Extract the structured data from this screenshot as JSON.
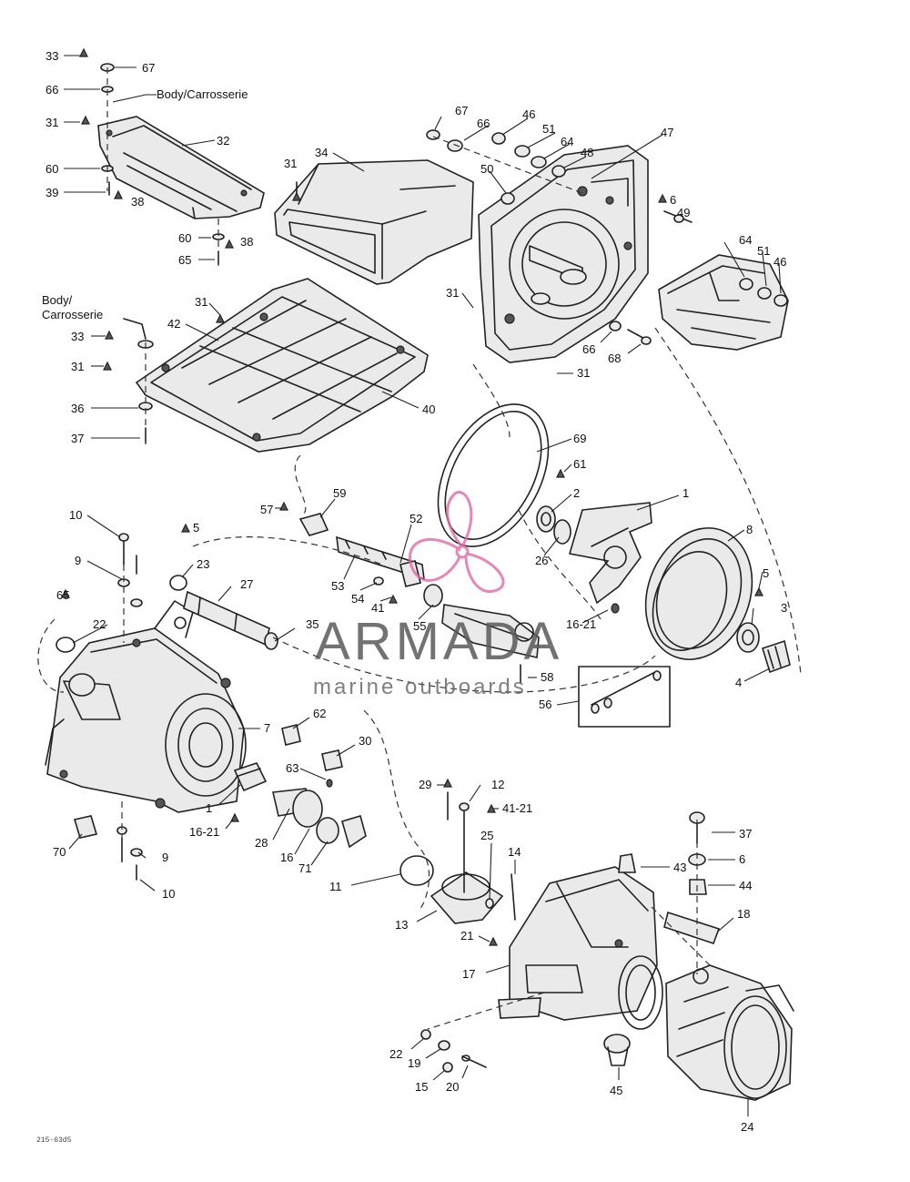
{
  "labels": {
    "body_top": "Body/Carrosserie",
    "body_mid_1": "Body/",
    "body_mid_2": "Carrosserie"
  },
  "parts": [
    {
      "id": "p33a",
      "text": "33"
    },
    {
      "id": "p67a",
      "text": "67"
    },
    {
      "id": "p66a",
      "text": "66"
    },
    {
      "id": "p31a",
      "text": "31"
    },
    {
      "id": "p32",
      "text": "32"
    },
    {
      "id": "p60a",
      "text": "60"
    },
    {
      "id": "p39",
      "text": "39"
    },
    {
      "id": "p38a",
      "text": "38"
    },
    {
      "id": "p60b",
      "text": "60"
    },
    {
      "id": "p38b",
      "text": "38"
    },
    {
      "id": "p65",
      "text": "65"
    },
    {
      "id": "p31b",
      "text": "31"
    },
    {
      "id": "p34",
      "text": "34"
    },
    {
      "id": "p67b",
      "text": "67"
    },
    {
      "id": "p66b",
      "text": "66"
    },
    {
      "id": "p46a",
      "text": "46"
    },
    {
      "id": "p51a",
      "text": "51"
    },
    {
      "id": "p64a",
      "text": "64"
    },
    {
      "id": "p48",
      "text": "48"
    },
    {
      "id": "p47",
      "text": "47"
    },
    {
      "id": "p50",
      "text": "50"
    },
    {
      "id": "p6a",
      "text": "6"
    },
    {
      "id": "p49",
      "text": "49"
    },
    {
      "id": "p64b",
      "text": "64"
    },
    {
      "id": "p51b",
      "text": "51"
    },
    {
      "id": "p46b",
      "text": "46"
    },
    {
      "id": "p31c",
      "text": "31"
    },
    {
      "id": "p66c",
      "text": "66"
    },
    {
      "id": "p68",
      "text": "68"
    },
    {
      "id": "p31d",
      "text": "31"
    },
    {
      "id": "p31e",
      "text": "31"
    },
    {
      "id": "p42",
      "text": "42"
    },
    {
      "id": "p33b",
      "text": "33"
    },
    {
      "id": "p31f",
      "text": "31"
    },
    {
      "id": "p36",
      "text": "36"
    },
    {
      "id": "p37a",
      "text": "37"
    },
    {
      "id": "p40",
      "text": "40"
    },
    {
      "id": "p69",
      "text": "69"
    },
    {
      "id": "p61",
      "text": "61"
    },
    {
      "id": "p2",
      "text": "2"
    },
    {
      "id": "p1a",
      "text": "1"
    },
    {
      "id": "p26",
      "text": "26"
    },
    {
      "id": "p8",
      "text": "8"
    },
    {
      "id": "p57",
      "text": "57"
    },
    {
      "id": "p59",
      "text": "59"
    },
    {
      "id": "p52",
      "text": "52"
    },
    {
      "id": "p53",
      "text": "53"
    },
    {
      "id": "p54",
      "text": "54"
    },
    {
      "id": "p41a",
      "text": "41"
    },
    {
      "id": "p55",
      "text": "55"
    },
    {
      "id": "p5a",
      "text": "5"
    },
    {
      "id": "p3",
      "text": "3"
    },
    {
      "id": "p1621a",
      "text": "16-21"
    },
    {
      "id": "p4",
      "text": "4"
    },
    {
      "id": "p58",
      "text": "58"
    },
    {
      "id": "p56",
      "text": "56"
    },
    {
      "id": "p10a",
      "text": "10"
    },
    {
      "id": "p5b",
      "text": "5"
    },
    {
      "id": "p9a",
      "text": "9"
    },
    {
      "id": "p23a",
      "text": "23"
    },
    {
      "id": "p27",
      "text": "27"
    },
    {
      "id": "p65b",
      "text": "65"
    },
    {
      "id": "p22",
      "text": "22"
    },
    {
      "id": "p35",
      "text": "35"
    },
    {
      "id": "p7",
      "text": "7"
    },
    {
      "id": "p62",
      "text": "62"
    },
    {
      "id": "p30",
      "text": "30"
    },
    {
      "id": "p63",
      "text": "63"
    },
    {
      "id": "p1b",
      "text": "1"
    },
    {
      "id": "p1621b",
      "text": "16-21"
    },
    {
      "id": "p28",
      "text": "28"
    },
    {
      "id": "p16",
      "text": "16"
    },
    {
      "id": "p71",
      "text": "71"
    },
    {
      "id": "p70",
      "text": "70"
    },
    {
      "id": "p9b",
      "text": "9"
    },
    {
      "id": "p10b",
      "text": "10"
    },
    {
      "id": "p29",
      "text": "29"
    },
    {
      "id": "p12",
      "text": "12"
    },
    {
      "id": "p4121",
      "text": "41-21"
    },
    {
      "id": "p25",
      "text": "25"
    },
    {
      "id": "p14",
      "text": "14"
    },
    {
      "id": "p11",
      "text": "11"
    },
    {
      "id": "p13",
      "text": "13"
    },
    {
      "id": "p21",
      "text": "21"
    },
    {
      "id": "p17",
      "text": "17"
    },
    {
      "id": "p37b",
      "text": "37"
    },
    {
      "id": "p6b",
      "text": "6"
    },
    {
      "id": "p43",
      "text": "43"
    },
    {
      "id": "p44",
      "text": "44"
    },
    {
      "id": "p18",
      "text": "18"
    },
    {
      "id": "p22b",
      "text": "22"
    },
    {
      "id": "p19",
      "text": "19"
    },
    {
      "id": "p15",
      "text": "15"
    },
    {
      "id": "p20",
      "text": "20"
    },
    {
      "id": "p45",
      "text": "45"
    },
    {
      "id": "p24",
      "text": "24"
    }
  ],
  "watermark": {
    "brand": "ARMADA",
    "tagline": "marine outboards",
    "color": "#e26aa5"
  },
  "ref_code": "215-63d5"
}
